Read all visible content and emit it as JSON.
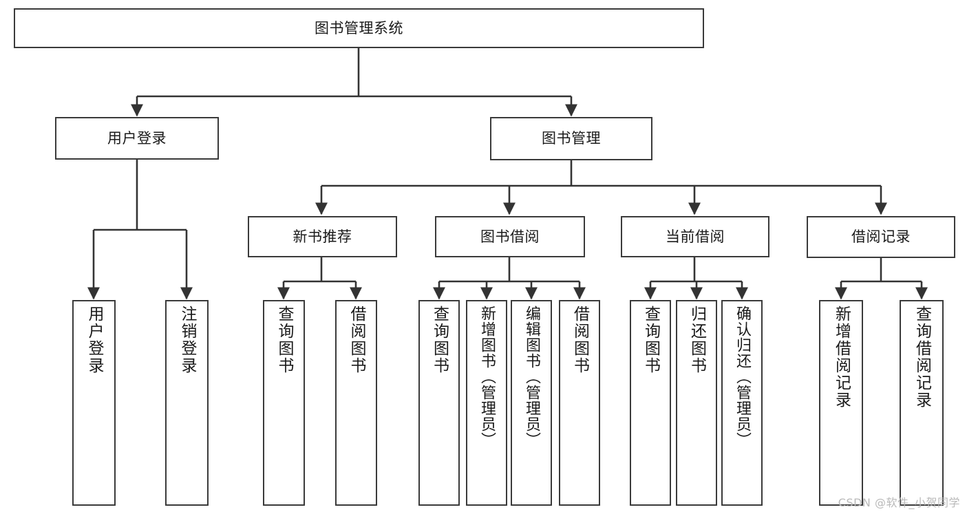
{
  "diagram": {
    "type": "tree-hierarchy-chart",
    "title": "图书管理系统",
    "watermark": "CSDN @软件_小贺同学",
    "colors": {
      "box_border": "#3a3a3a",
      "connector": "#333333",
      "background": "#ffffff",
      "text": "#1a1a1a",
      "watermark": "#b9b9b9"
    },
    "nodes": {
      "root": {
        "label": "图书管理系统"
      },
      "level2": [
        {
          "label": "用户登录"
        },
        {
          "label": "图书管理"
        }
      ],
      "level3": [
        {
          "label": "新书推荐"
        },
        {
          "label": "图书借阅"
        },
        {
          "label": "当前借阅"
        },
        {
          "label": "借阅记录"
        }
      ],
      "leaves": {
        "user_login": [
          {
            "label": "用户登录"
          },
          {
            "label": "注销登录"
          }
        ],
        "new_book": [
          {
            "label": "查询图书"
          },
          {
            "label": "借阅图书"
          }
        ],
        "book_borrow": [
          {
            "label": "查询图书"
          },
          {
            "label": "新增图书（管理员）"
          },
          {
            "label": "编辑图书（管理员）"
          },
          {
            "label": "借阅图书"
          }
        ],
        "current_borrow": [
          {
            "label": "查询图书"
          },
          {
            "label": "归还图书"
          },
          {
            "label": "确认归还（管理员）"
          }
        ],
        "borrow_record": [
          {
            "label": "新增借阅记录"
          },
          {
            "label": "查询借阅记录"
          }
        ]
      }
    }
  }
}
